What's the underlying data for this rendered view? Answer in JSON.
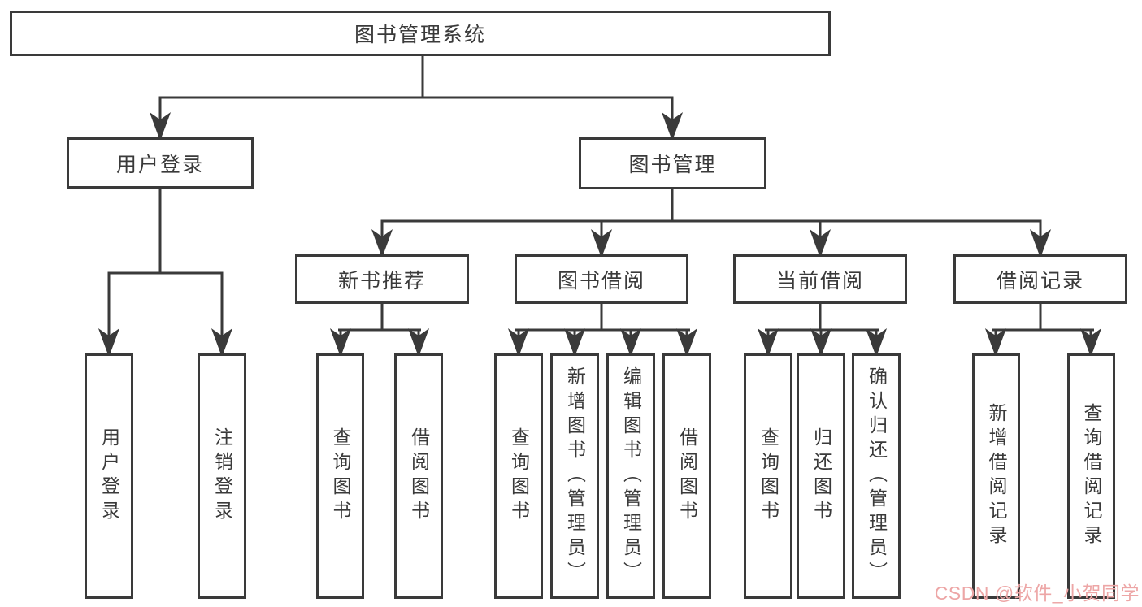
{
  "diagram": {
    "title": "图书管理系统",
    "branches": [
      {
        "label": "用户登录",
        "children": [
          "用户登录",
          "注销登录"
        ]
      },
      {
        "label": "图书管理",
        "modules": [
          {
            "label": "新书推荐",
            "children": [
              "查询图书",
              "借阅图书"
            ]
          },
          {
            "label": "图书借阅",
            "children": [
              "查询图书",
              "新增图书（管理员）",
              "编辑图书（管理员）",
              "借阅图书"
            ]
          },
          {
            "label": "当前借阅",
            "children": [
              "查询图书",
              "归还图书",
              "确认归还（管理员）"
            ]
          },
          {
            "label": "借阅记录",
            "children": [
              "新增借阅记录",
              "查询借阅记录"
            ]
          }
        ]
      }
    ]
  },
  "watermark": {
    "text": "CSDN @软件_小贺同学",
    "color": "#eda6a6"
  },
  "colors": {
    "line": "#3a3a3a",
    "text": "#3a3a3a",
    "background": "#ffffff"
  }
}
